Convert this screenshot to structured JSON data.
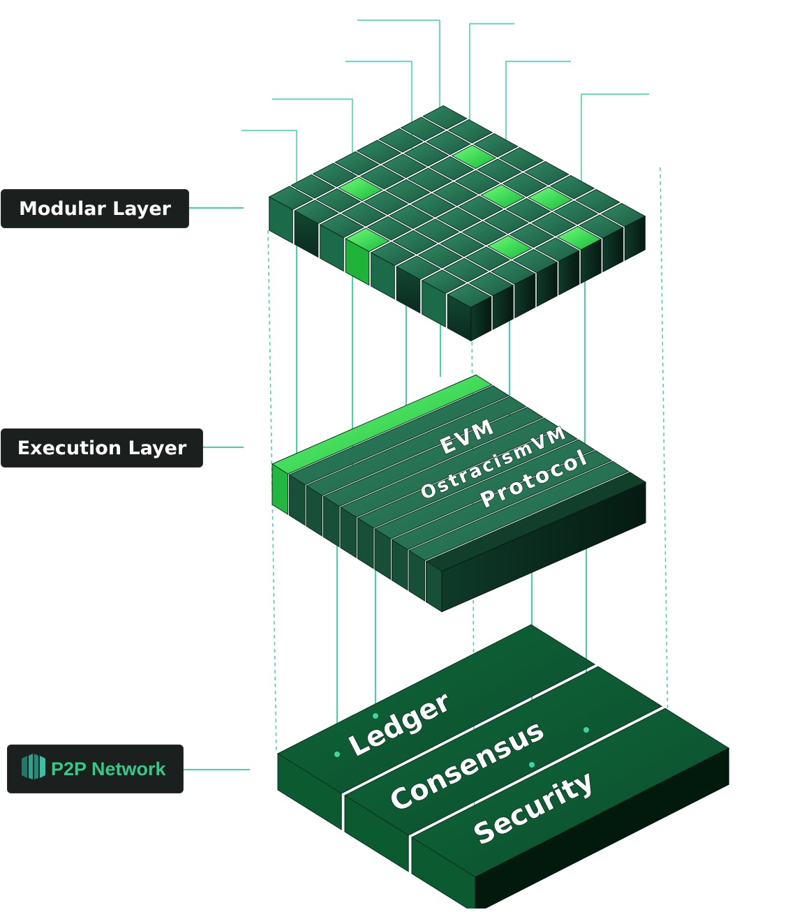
{
  "labels": {
    "modular": "Modular Layer",
    "execution": "Execution Layer",
    "p2p": "P2P Network"
  },
  "execution_bars": [
    "EVM",
    "OstracismVM",
    "Protocol"
  ],
  "network_slabs": [
    "Ledger",
    "Consensus",
    "Security"
  ],
  "icons": {
    "p2p_logo": "p2p-network-logo-icon"
  },
  "colors": {
    "accent": "#3fd4a0",
    "label_bg": "#1b1f1e",
    "block_dark": "#1e5c44",
    "block_mid": "#2a7a58",
    "glow": "#39e85a",
    "p2p_text": "#33c98a"
  }
}
